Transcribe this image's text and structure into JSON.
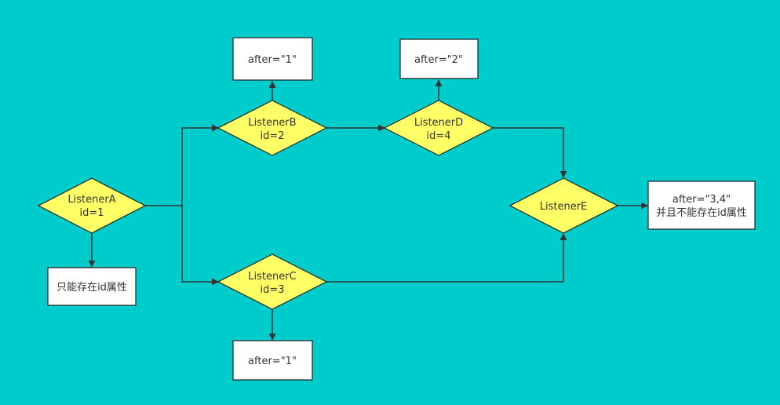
{
  "colors": {
    "background": "#00CCCC",
    "decision_fill": "#FFFF66",
    "decision_stroke": "#1F1F1F",
    "box_fill": "#FFFFFF",
    "line": "#333333"
  },
  "decisions": {
    "a": {
      "line1": "ListenerA",
      "line2": "id=1"
    },
    "b": {
      "line1": "ListenerB",
      "line2": "id=2"
    },
    "c": {
      "line1": "ListenerC",
      "line2": "id=3"
    },
    "d": {
      "line1": "ListenerD",
      "line2": "id=4"
    },
    "e": {
      "line1": "ListenerE"
    }
  },
  "notes": {
    "a": {
      "line1": "只能存在id属性"
    },
    "b": {
      "line1": "after=\"1\""
    },
    "c": {
      "line1": "after=\"1\""
    },
    "d": {
      "line1": "after=\"2\""
    },
    "e": {
      "line1": "after=\"3,4\"",
      "line2": "并且不能存在id属性"
    }
  }
}
